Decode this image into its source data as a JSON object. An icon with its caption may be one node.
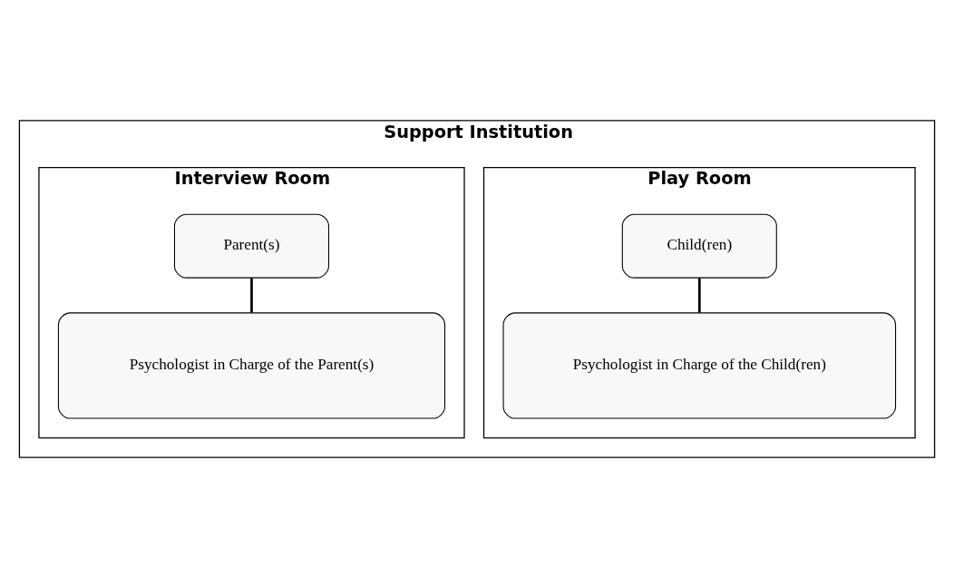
{
  "diagram": {
    "nodes": [
      {
        "text": [
          "Support Institution"
        ]
      },
      {
        "text": [
          "Play Room"
        ],
        "in": 0
      },
      {
        "text": [
          "Interview Room"
        ],
        "in": 0
      },
      {
        "text": [
          "Child(ren)"
        ],
        "in": 1
      },
      {
        "text": [
          "Psychologist in Charge of the Child(ren)"
        ],
        "in": 1
      },
      {
        "text": [
          "Parent(s)"
        ],
        "in": 2
      },
      {
        "text": [
          "Psychologist in Charge of the Parent(s)"
        ],
        "in": 2
      }
    ],
    "edges": [
      {
        "from": 3,
        "to": 4,
        "arrow": "none"
      },
      {
        "from": 5,
        "to": 6,
        "arrow": "none"
      }
    ]
  }
}
